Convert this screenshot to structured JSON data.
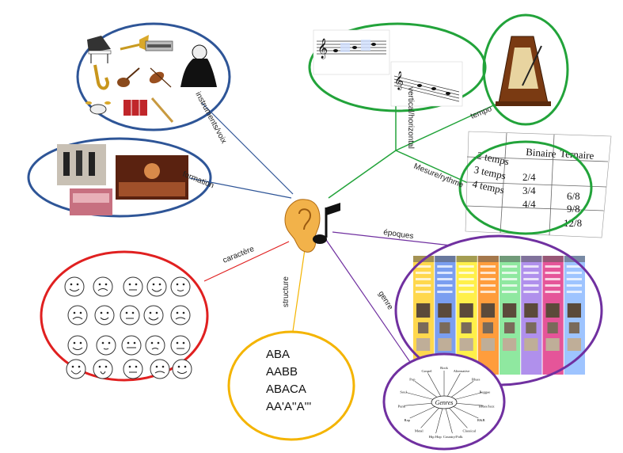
{
  "branches": {
    "instruments": "instruments/voix",
    "formation": "formation",
    "vertical": "vertical/horizontal",
    "tempo": "tempo",
    "mesure": "Mesure/rythme",
    "epoques": "époques",
    "genre": "genre",
    "structure": "structure",
    "caractere": "caractère"
  },
  "structure_forms": [
    "ABA",
    "AABB",
    "ABACA",
    "AA'A''A'''"
  ],
  "mesure_table": {
    "header": [
      "",
      "Binaire",
      "Ternaire"
    ],
    "rows": [
      [
        "2 temps",
        "2/4",
        "6/8"
      ],
      [
        "3 temps",
        "3/4",
        "9/8"
      ],
      [
        "4 temps",
        "4/4",
        "12/8"
      ]
    ]
  },
  "genres": {
    "center": "Genres",
    "items": [
      "Rock",
      "Alternative",
      "Blues",
      "Reggae",
      "Blues/Jazz",
      "R&B",
      "Classical",
      "Country/Folk",
      "Hip Hop",
      "Metal",
      "Rap",
      "Punk",
      "Soul",
      "Pop",
      "Gospel"
    ]
  },
  "colors": {
    "blue": "#2e5597",
    "green": "#22a33a",
    "red": "#e02020",
    "orange": "#f4b400",
    "purple": "#7030a0",
    "timeline": [
      "#ffd84d",
      "#7a9ef0",
      "#fff04a",
      "#ff9d3c",
      "#8fe8a0",
      "#b090ec",
      "#e55599",
      "#9ec4ff"
    ]
  }
}
